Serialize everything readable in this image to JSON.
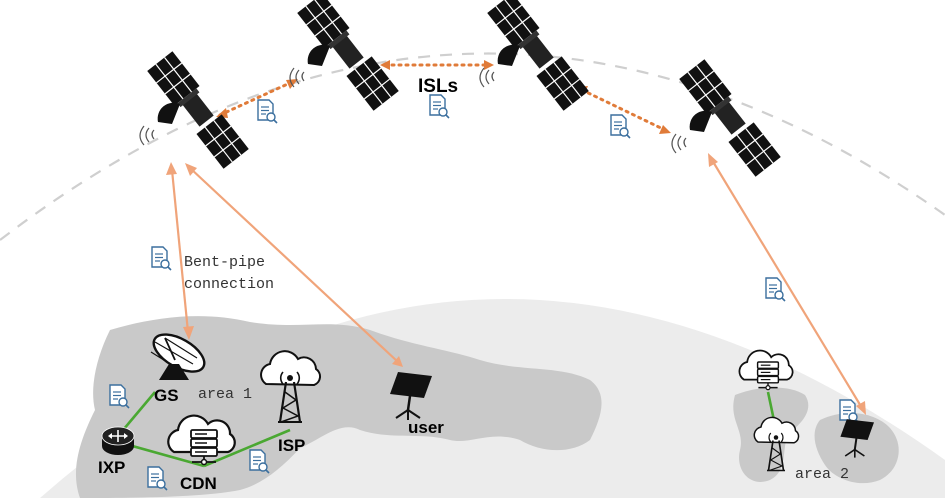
{
  "labels": {
    "isls": "ISLs",
    "bent_pipe_line1": "Bent-pipe",
    "bent_pipe_line2": "connection",
    "gs": "GS",
    "area1": "area 1",
    "ixp": "IXP",
    "cdn": "CDN",
    "isp": "ISP",
    "user": "user",
    "area2": "area 2"
  },
  "colors": {
    "isl_link": "#e07b39",
    "bent_pipe_link": "#f0a47a",
    "terrestrial_link": "#4aa832",
    "land": "#c9c9c9",
    "globe": "#ebebeb",
    "orbit": "#cfcfcf",
    "doc_icon": "#3b6f9e"
  },
  "icons": {
    "satellite": "satellite-icon",
    "document": "document-search-icon",
    "dish": "satellite-dish-icon",
    "router": "router-icon",
    "cloud_server": "cloud-server-icon",
    "tower": "cell-tower-icon",
    "user_terminal": "user-terminal-icon"
  }
}
